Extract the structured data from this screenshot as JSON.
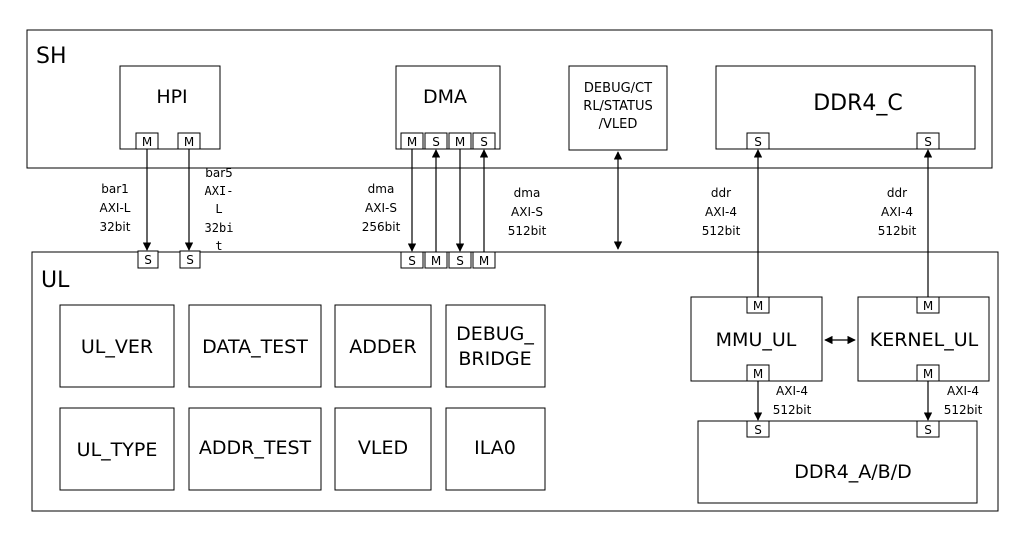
{
  "regions": {
    "sh": "SH",
    "ul": "UL"
  },
  "blocks": {
    "hpi": "HPI",
    "dma": "DMA",
    "debug_ctrl": [
      "DEBUG/CT",
      "RL/STATUS",
      "/VLED"
    ],
    "ddr4_c": "DDR4_C",
    "ul_ver": "UL_VER",
    "data_test": "DATA_TEST",
    "adder": "ADDER",
    "debug_bridge": [
      "DEBUG_",
      "BRIDGE"
    ],
    "ul_type": "UL_TYPE",
    "addr_test": "ADDR_TEST",
    "vled": "VLED",
    "ila0": "ILA0",
    "mmu_ul": "MMU_UL",
    "kernel_ul": "KERNEL_UL",
    "ddr4_abd": "DDR4_A/B/D"
  },
  "ports": {
    "master": "M",
    "slave": "S"
  },
  "links": {
    "bar1": [
      "bar1",
      "AXI-L",
      "32bit"
    ],
    "bar5": [
      "bar5",
      "AXI-",
      "L",
      "32bi",
      "t"
    ],
    "dma256": [
      "dma",
      "AXI-S",
      "256bit"
    ],
    "dma512": [
      "dma",
      "AXI-S",
      "512bit"
    ],
    "ddr_left": [
      "ddr",
      "AXI-4",
      "512bit"
    ],
    "ddr_right": [
      "ddr",
      "AXI-4",
      "512bit"
    ],
    "axi4_left": [
      "AXI-4",
      "512bit"
    ],
    "axi4_right": [
      "AXI-4",
      "512bit"
    ]
  }
}
